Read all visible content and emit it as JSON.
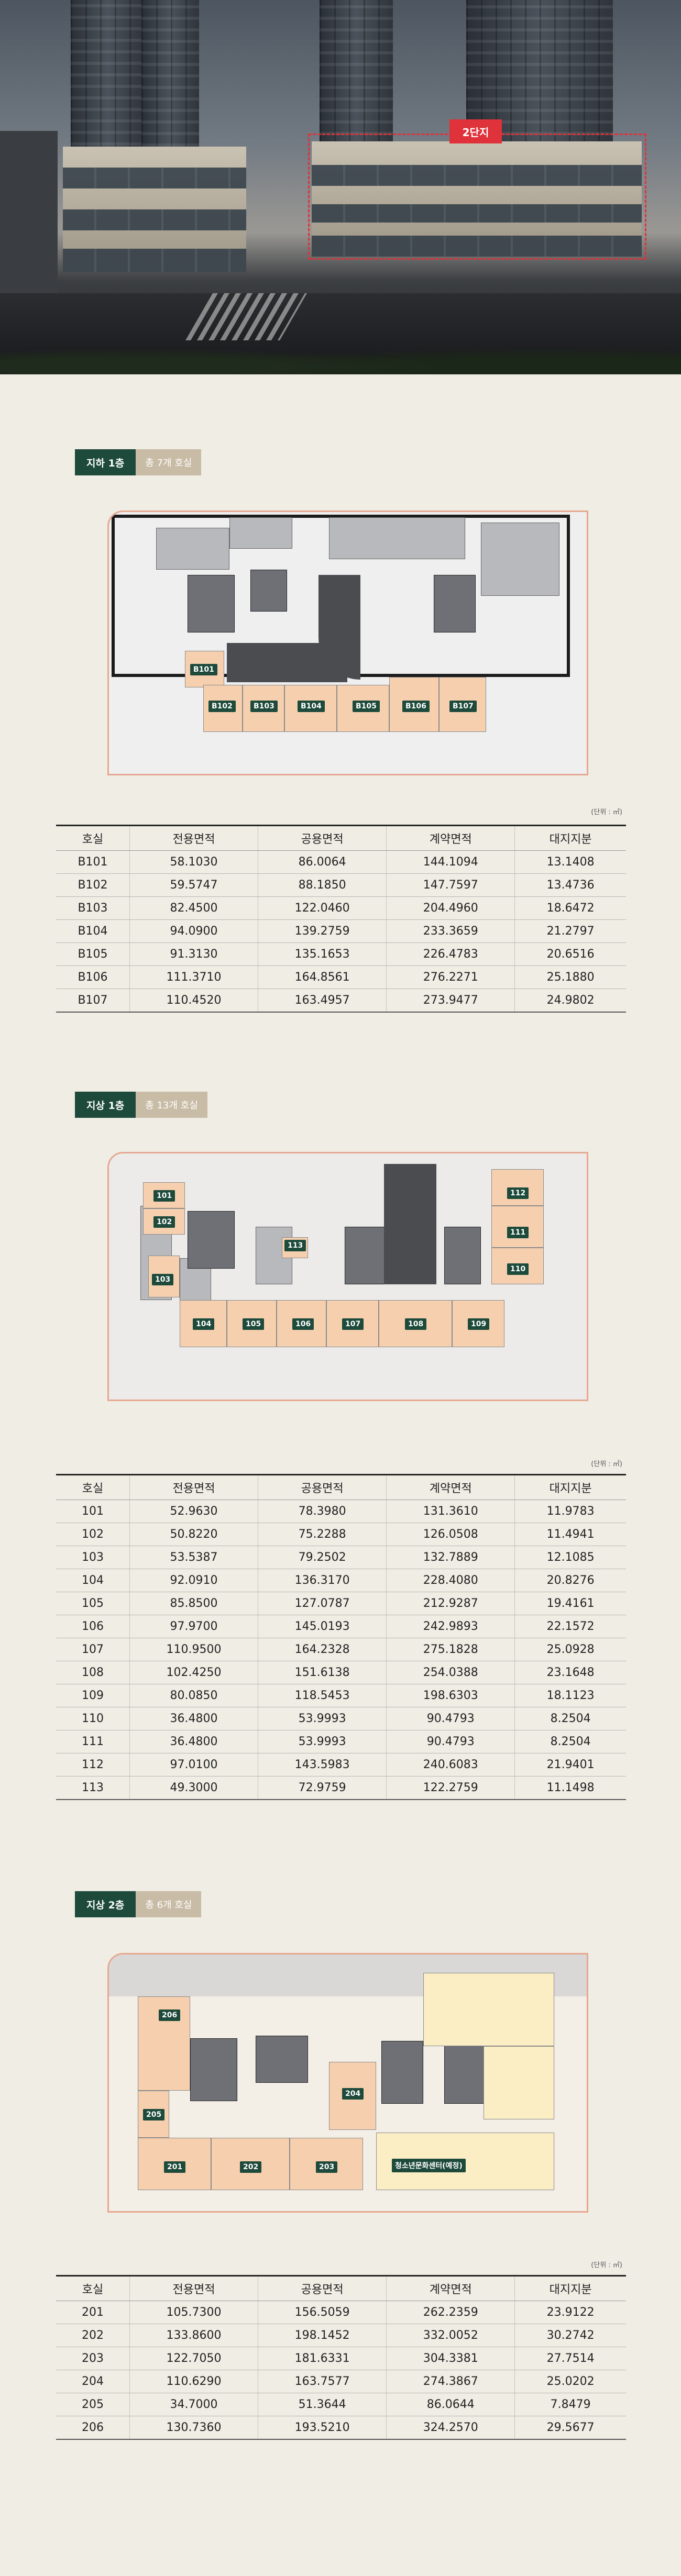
{
  "hero": {
    "tag": "2단지"
  },
  "unit_note": "(단위 : ㎡)",
  "columns": [
    "호실",
    "전용면적",
    "공용면적",
    "계약면적",
    "대지지분"
  ],
  "floors": [
    {
      "floor": "지하 1층",
      "count": "총 7개 호실",
      "rows": [
        [
          "B101",
          "58.1030",
          "86.0064",
          "144.1094",
          "13.1408"
        ],
        [
          "B102",
          "59.5747",
          "88.1850",
          "147.7597",
          "13.4736"
        ],
        [
          "B103",
          "82.4500",
          "122.0460",
          "204.4960",
          "18.6472"
        ],
        [
          "B104",
          "94.0900",
          "139.2759",
          "233.3659",
          "21.2797"
        ],
        [
          "B105",
          "91.3130",
          "135.1653",
          "226.4783",
          "20.6516"
        ],
        [
          "B106",
          "111.3710",
          "164.8561",
          "276.2271",
          "25.1880"
        ],
        [
          "B107",
          "110.4520",
          "163.4957",
          "273.9477",
          "24.9802"
        ]
      ]
    },
    {
      "floor": "지상 1층",
      "count": "총 13개 호실",
      "rows": [
        [
          "101",
          "52.9630",
          "78.3980",
          "131.3610",
          "11.9783"
        ],
        [
          "102",
          "50.8220",
          "75.2288",
          "126.0508",
          "11.4941"
        ],
        [
          "103",
          "53.5387",
          "79.2502",
          "132.7889",
          "12.1085"
        ],
        [
          "104",
          "92.0910",
          "136.3170",
          "228.4080",
          "20.8276"
        ],
        [
          "105",
          "85.8500",
          "127.0787",
          "212.9287",
          "19.4161"
        ],
        [
          "106",
          "97.9700",
          "145.0193",
          "242.9893",
          "22.1572"
        ],
        [
          "107",
          "110.9500",
          "164.2328",
          "275.1828",
          "25.0928"
        ],
        [
          "108",
          "102.4250",
          "151.6138",
          "254.0388",
          "23.1648"
        ],
        [
          "109",
          "80.0850",
          "118.5453",
          "198.6303",
          "18.1123"
        ],
        [
          "110",
          "36.4800",
          "53.9993",
          "90.4793",
          "8.2504"
        ],
        [
          "111",
          "36.4800",
          "53.9993",
          "90.4793",
          "8.2504"
        ],
        [
          "112",
          "97.0100",
          "143.5983",
          "240.6083",
          "21.9401"
        ],
        [
          "113",
          "49.3000",
          "72.9759",
          "122.2759",
          "11.1498"
        ]
      ]
    },
    {
      "floor": "지상 2층",
      "count": "총 6개 호실",
      "rows": [
        [
          "201",
          "105.7300",
          "156.5059",
          "262.2359",
          "23.9122"
        ],
        [
          "202",
          "133.8600",
          "198.1452",
          "332.0052",
          "30.2742"
        ],
        [
          "203",
          "122.7050",
          "181.6331",
          "304.3381",
          "27.7514"
        ],
        [
          "204",
          "110.6290",
          "163.7577",
          "274.3867",
          "25.0202"
        ],
        [
          "205",
          "34.7000",
          "51.3644",
          "86.0644",
          "7.8479"
        ],
        [
          "206",
          "130.7360",
          "193.5210",
          "324.2570",
          "29.5677"
        ]
      ]
    }
  ],
  "plan_labels": {
    "b1": [
      "B101",
      "B102",
      "B103",
      "B104",
      "B105",
      "B106",
      "B107"
    ],
    "f1": [
      "101",
      "102",
      "103",
      "104",
      "105",
      "106",
      "107",
      "108",
      "109",
      "110",
      "111",
      "112",
      "113"
    ],
    "f2": [
      "201",
      "202",
      "203",
      "204",
      "205",
      "206"
    ],
    "f2_special": "청소년문화센터(예정)"
  },
  "colors": {
    "accent": "#1d4a3a",
    "unit": "#f6d0ae",
    "red": "#e0323a"
  }
}
